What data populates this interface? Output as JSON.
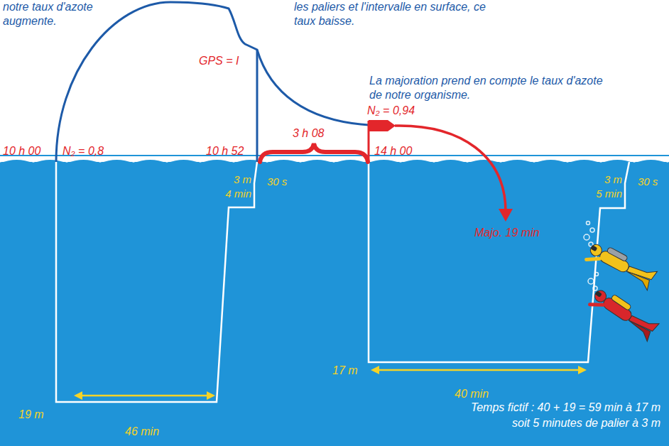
{
  "diagram": {
    "labels": [
      "notre taux d'azote augmente.",
      "les paliers et l'intervalle en surface, ce taux baisse.",
      "GPS = I",
      "La majoration prend en compte le taux d'azote de notre organisme.",
      "N₂ = 0,94",
      "10 h 00",
      "N₂ = 0,8",
      "10 h 52",
      "3 h 08",
      "14 h 00",
      "3 m",
      "4 min",
      "30 s",
      "3 m",
      "5 min",
      "30 s",
      "Majo. 19 min",
      "19 m",
      "46 min",
      "17 m",
      "40 min",
      "Temps fictif : 40 + 19 = 59 min à 17 m",
      "soit 5 minutes de palier à 3 m"
    ]
  }
}
